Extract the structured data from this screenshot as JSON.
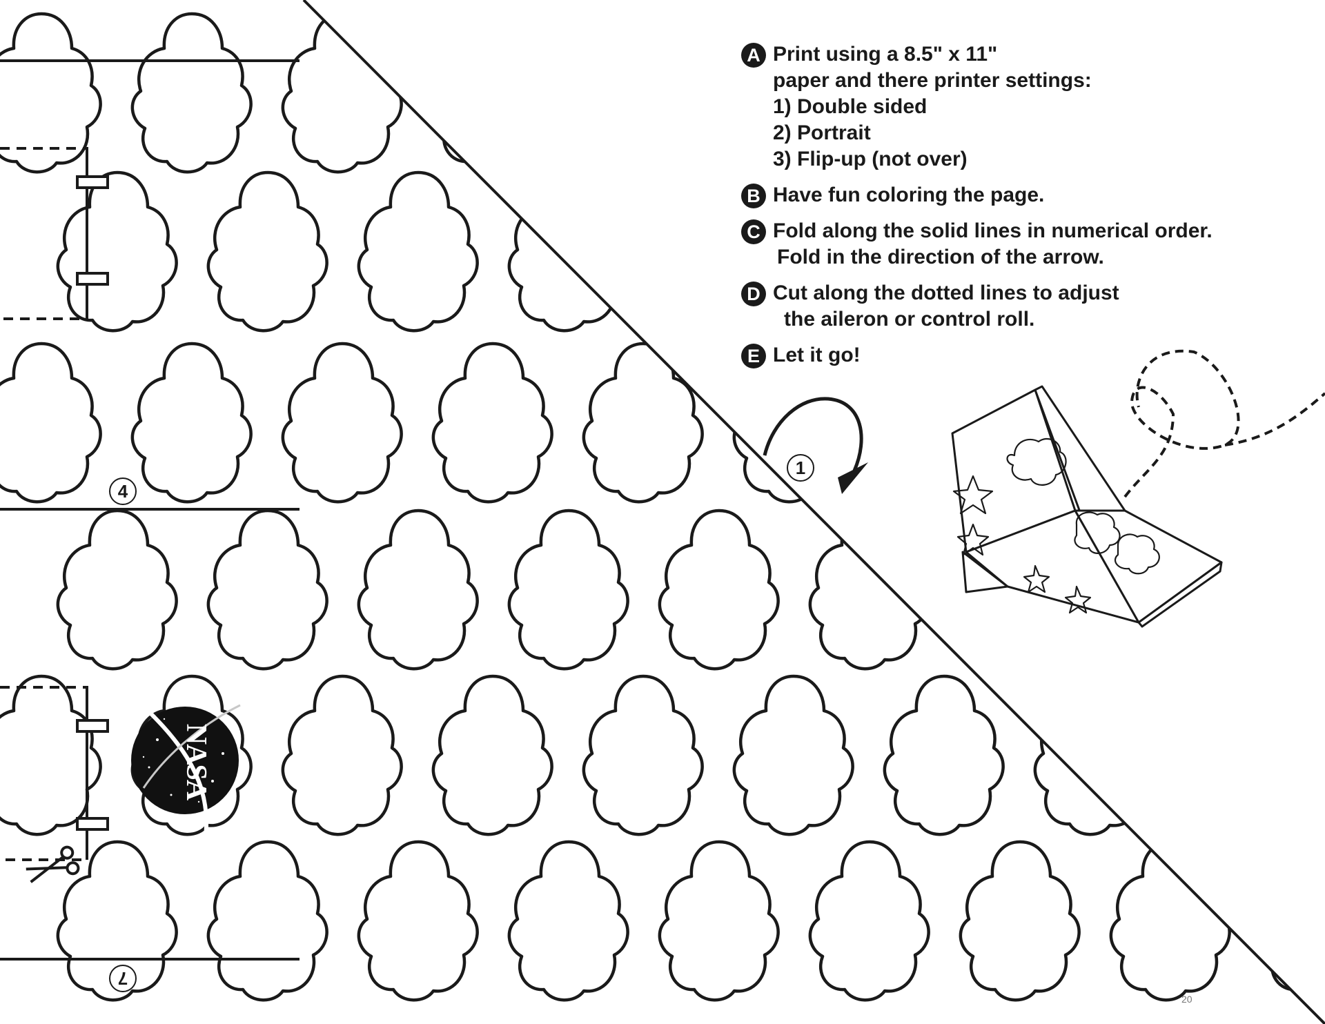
{
  "instructions": {
    "steps": [
      {
        "letter": "A",
        "lines": [
          "Print using a 8.5\" x 11\"",
          "paper and there printer settings:",
          "1) Double sided",
          "2) Portrait",
          "3) Flip-up (not over)"
        ]
      },
      {
        "letter": "B",
        "lines": [
          "Have fun coloring the page."
        ]
      },
      {
        "letter": "C",
        "lines": [
          "Fold along the solid lines in numerical order.",
          "Fold in the direction of the arrow."
        ]
      },
      {
        "letter": "D",
        "lines": [
          "Cut along the dotted lines to adjust",
          "the aileron or control roll."
        ]
      },
      {
        "letter": "E",
        "lines": [
          "Let it go!"
        ]
      }
    ]
  },
  "fold_markers": {
    "one": "1",
    "four": "4",
    "seven": "7"
  },
  "logo": {
    "text": "NASA"
  },
  "page_number": "20",
  "colors": {
    "ink": "#1a1a1a",
    "paper": "#ffffff",
    "cloud_fill": "#ffffff"
  },
  "icons": [
    "cloud-shape",
    "scissors-icon",
    "curved-arrow-icon",
    "paper-airplane-illustration",
    "star-shape",
    "dotted-flight-path",
    "nasa-logo"
  ]
}
